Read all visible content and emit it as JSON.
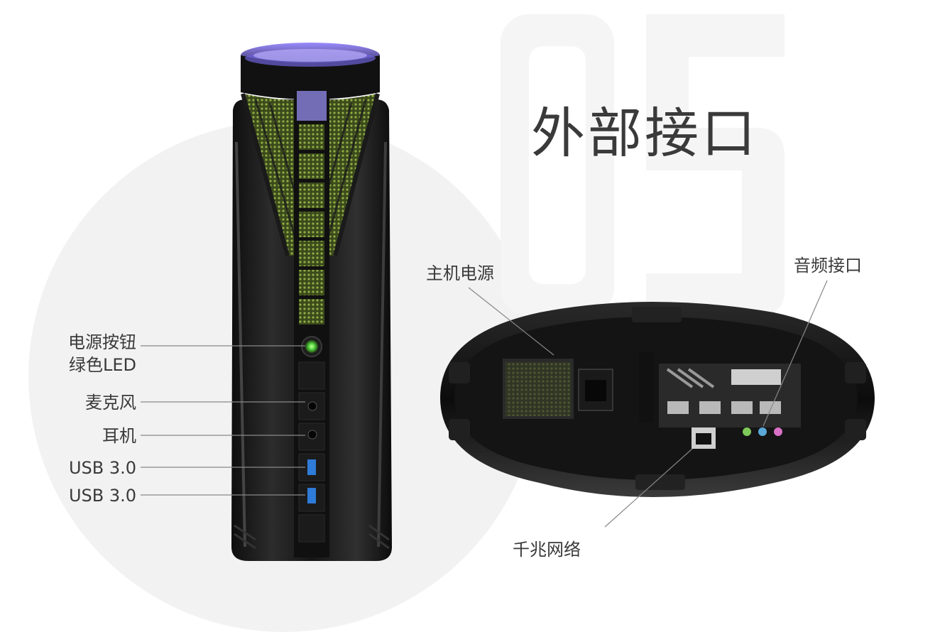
{
  "headline": "外部接口",
  "front_panel": {
    "labels": [
      {
        "key": "power",
        "line1": "电源按钮",
        "line2": "绿色LED"
      },
      {
        "key": "mic",
        "line1": "麦克风"
      },
      {
        "key": "headphone",
        "line1": "耳机"
      },
      {
        "key": "usb1",
        "line1": "USB 3.0"
      },
      {
        "key": "usb2",
        "line1": "USB 3.0"
      }
    ]
  },
  "rear_panel": {
    "labels": [
      {
        "key": "psu",
        "text": "主机电源"
      },
      {
        "key": "audio",
        "text": "音频接口"
      },
      {
        "key": "lan",
        "text": "千兆网络"
      }
    ]
  },
  "colors": {
    "led_green": "#5fe04a",
    "glow_blue": "#7b6bff",
    "mesh_green": "#7e9a3a",
    "body_black": "#1a1a1a",
    "usb_blue": "#2e7bd8"
  }
}
